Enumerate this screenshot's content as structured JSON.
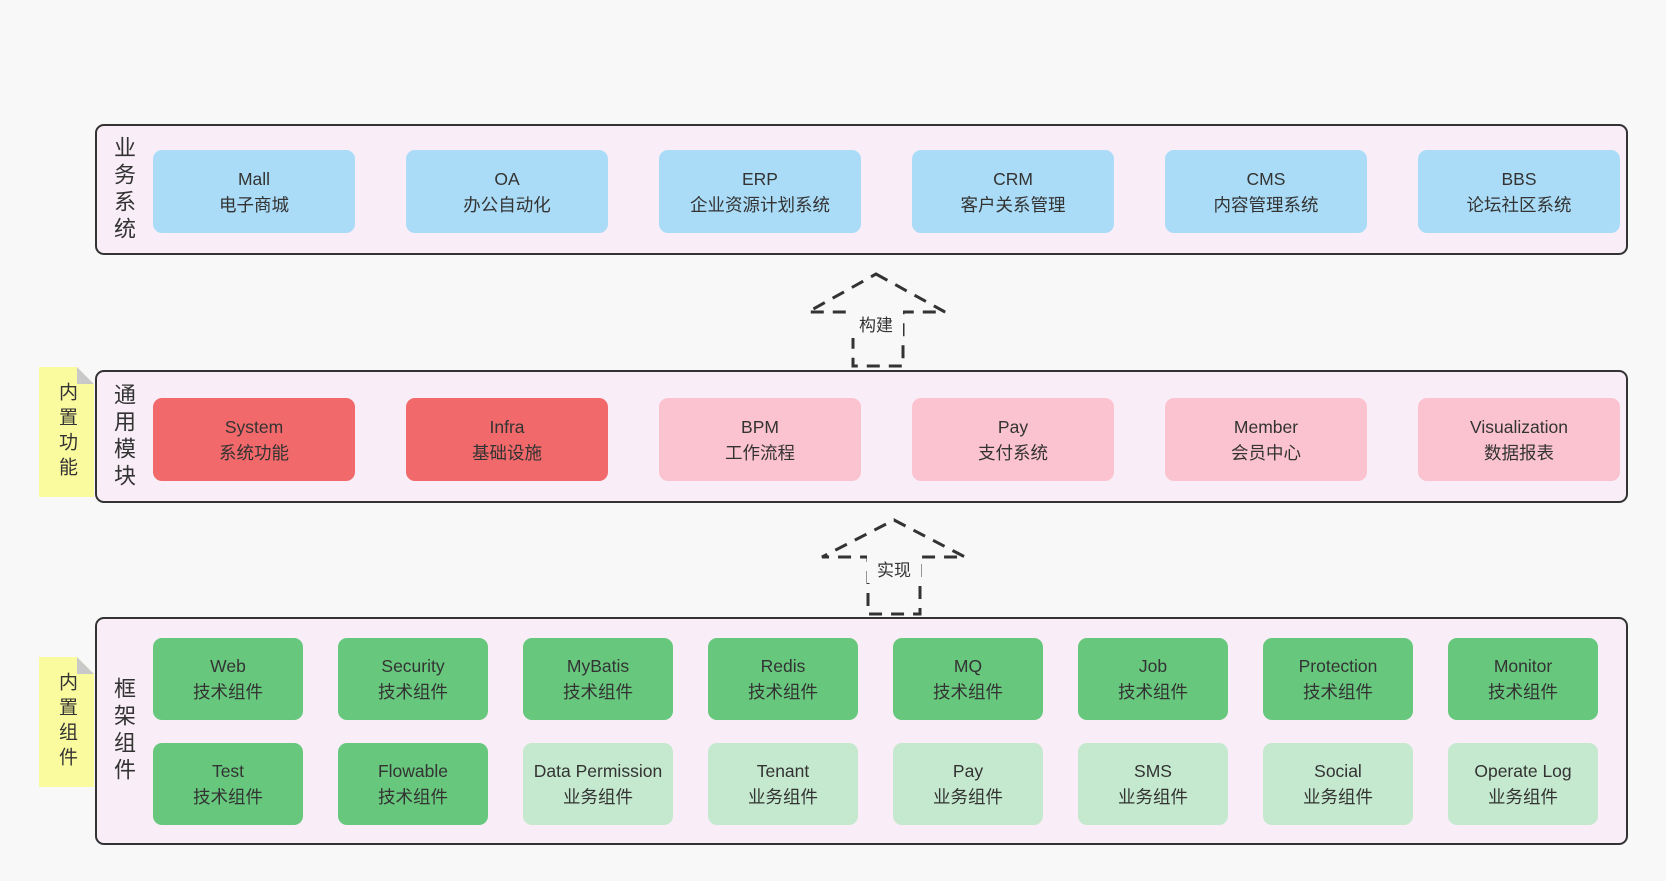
{
  "diagram": {
    "arrows": [
      {
        "label": "构建"
      },
      {
        "label": "实现"
      }
    ],
    "sections": [
      {
        "label": "业务系统",
        "cards": [
          {
            "title": "Mall",
            "subtitle": "电子商城"
          },
          {
            "title": "OA",
            "subtitle": "办公自动化"
          },
          {
            "title": "ERP",
            "subtitle": "企业资源计划系统"
          },
          {
            "title": "CRM",
            "subtitle": "客户关系管理"
          },
          {
            "title": "CMS",
            "subtitle": "内容管理系统"
          },
          {
            "title": "BBS",
            "subtitle": "论坛社区系统"
          }
        ]
      },
      {
        "label": "通用模块",
        "sticky": "内置功能",
        "cards": [
          {
            "title": "System",
            "subtitle": "系统功能"
          },
          {
            "title": "Infra",
            "subtitle": "基础设施"
          },
          {
            "title": "BPM",
            "subtitle": "工作流程"
          },
          {
            "title": "Pay",
            "subtitle": "支付系统"
          },
          {
            "title": "Member",
            "subtitle": "会员中心"
          },
          {
            "title": "Visualization",
            "subtitle": "数据报表"
          }
        ]
      },
      {
        "label": "框架组件",
        "sticky": "内置组件",
        "rows": [
          [
            {
              "title": "Web",
              "subtitle": "技术组件"
            },
            {
              "title": "Security",
              "subtitle": "技术组件"
            },
            {
              "title": "MyBatis",
              "subtitle": "技术组件"
            },
            {
              "title": "Redis",
              "subtitle": "技术组件"
            },
            {
              "title": "MQ",
              "subtitle": "技术组件"
            },
            {
              "title": "Job",
              "subtitle": "技术组件"
            },
            {
              "title": "Protection",
              "subtitle": "技术组件"
            },
            {
              "title": "Monitor",
              "subtitle": "技术组件"
            }
          ],
          [
            {
              "title": "Test",
              "subtitle": "技术组件"
            },
            {
              "title": "Flowable",
              "subtitle": "技术组件"
            },
            {
              "title": "Data Permission",
              "subtitle": "业务组件"
            },
            {
              "title": "Tenant",
              "subtitle": "业务组件"
            },
            {
              "title": "Pay",
              "subtitle": "业务组件"
            },
            {
              "title": "SMS",
              "subtitle": "业务组件"
            },
            {
              "title": "Social",
              "subtitle": "业务组件"
            },
            {
              "title": "Operate Log",
              "subtitle": "业务组件"
            }
          ]
        ]
      }
    ],
    "colors": {
      "page_bg": "#f8f8f8",
      "panel_bg": "#f9eef7",
      "panel_border": "#333333",
      "business_card": "#abdcf7",
      "core_module_card": "#f1696a",
      "optional_module_card": "#fbc3cf",
      "tech_component_card": "#67c87d",
      "biz_component_card": "#c5e9ce",
      "sticky_note": "#fafa9e",
      "sticky_fold": "#c9c9c9",
      "text": "#333333"
    }
  }
}
